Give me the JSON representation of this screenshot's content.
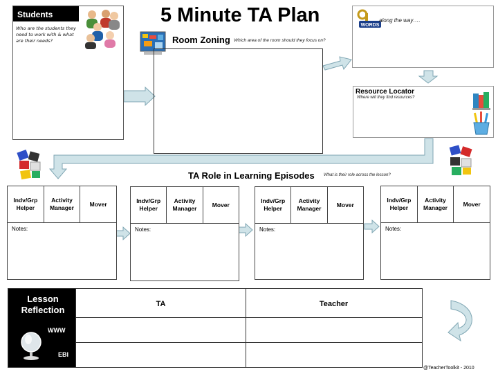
{
  "title": "5 Minute TA Plan",
  "students": {
    "heading": "Students",
    "subtitle": "Who are the students they need to work with & what are their needs?"
  },
  "room_zoning": {
    "heading": "Room Zoning",
    "question": "Which area of the room should they focus on?"
  },
  "words": {
    "badge": "WORDS",
    "text": "along the way…."
  },
  "resource_locator": {
    "heading": "Resource Locator",
    "question": "Where will they find resources?"
  },
  "ta_role": {
    "heading": "TA Role in Learning Episodes",
    "question": "What is their role across the lesson?",
    "episodes": [
      {
        "col1": "Indv/Grp Helper",
        "col2": "Activity Manager",
        "col3": "Mover",
        "notes": "Notes:"
      },
      {
        "col1": "Indv/Grp Helper",
        "col2": "Activity Manager",
        "col3": "Mover",
        "notes": "Notes:"
      },
      {
        "col1": "Indv/Grp Helper",
        "col2": "Activity Manager",
        "col3": "Mover",
        "notes": "Notes:"
      },
      {
        "col1": "Indv/Grp Helper",
        "col2": "Activity Manager",
        "col3": "Mover",
        "notes": "Notes:"
      }
    ]
  },
  "reflection": {
    "heading": "Lesson Reflection",
    "row1": "WWW",
    "row2": "EBI",
    "col_ta": "TA",
    "col_teacher": "Teacher"
  },
  "footer": "@TeacherToolkit - 2010",
  "colors": {
    "arrow_fill": "#cfe3e8",
    "arrow_stroke": "#7fa6b3",
    "black": "#000000"
  }
}
